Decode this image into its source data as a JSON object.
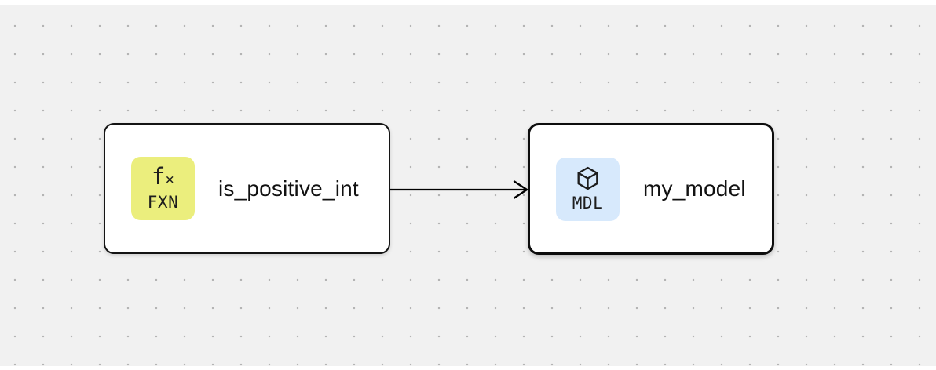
{
  "canvas": {
    "background_color": "#f1f1f1",
    "dot_color": "#b1b1b1",
    "edge_strip_color": "#ffffff"
  },
  "nodes": [
    {
      "label": "is_positive_int",
      "selected": false,
      "badge": {
        "glyph_f": "f",
        "glyph_x": "×",
        "tag": "FXN",
        "color": "#ebee7d",
        "icon": "function-icon"
      }
    },
    {
      "label": "my_model",
      "selected": true,
      "badge": {
        "tag": "MDL",
        "color": "#d7e9fc",
        "icon": "cube-icon"
      }
    }
  ],
  "edge": {
    "from": "is_positive_int",
    "to": "my_model",
    "color": "#000000",
    "arrowhead": "open"
  }
}
